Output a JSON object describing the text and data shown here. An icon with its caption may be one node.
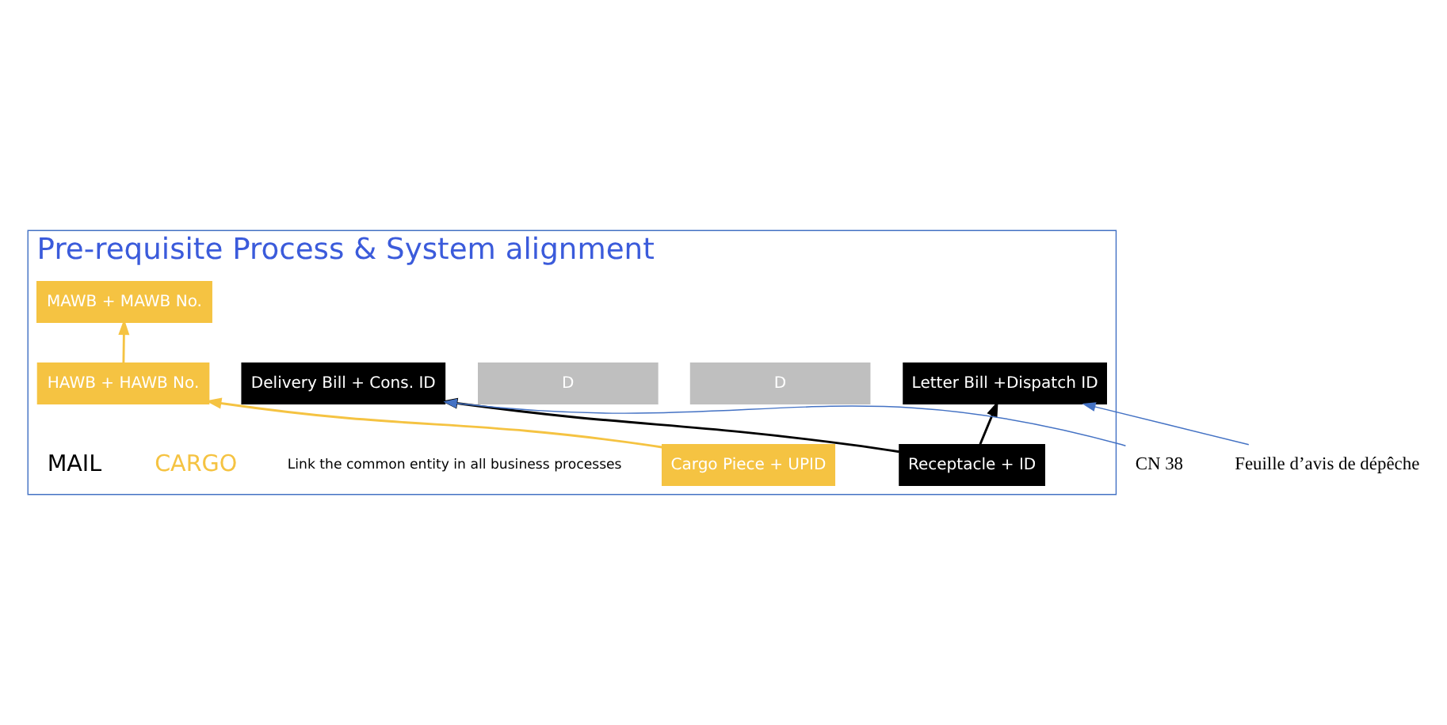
{
  "diagram": {
    "nodes": [
      {
        "text": [
          "Pre-requisite Process & System alignment"
        ]
      },
      {
        "text": [
          "MAWB + MAWB No."
        ],
        "in": 0
      },
      {
        "text": [
          "Delivery Bill + Cons. ID"
        ],
        "in": 0
      },
      {
        "text": [
          "D"
        ],
        "in": 0
      },
      {
        "text": [
          "D"
        ],
        "in": 0
      },
      {
        "text": [
          "HAWB + HAWB No."
        ],
        "in": 0
      },
      {
        "text": [
          "Letter Bill +Dispatch ID"
        ],
        "in": 0
      },
      {
        "text": [
          "Cargo Piece + UPID"
        ],
        "in": 0
      },
      {
        "text": [
          "Receptacle + ID"
        ],
        "in": 0
      },
      {
        "text": [
          "CN 38"
        ]
      },
      {
        "text": [
          "Feuille d’avis de dépêche"
        ]
      }
    ],
    "edges": [
      {
        "from": 7,
        "to": 5,
        "arrow": "to",
        "color": "#f5c342"
      },
      {
        "from": 5,
        "to": 1,
        "arrow": "to",
        "color": "#f5c342"
      },
      {
        "from": 8,
        "to": 2,
        "arrow": "to",
        "color": "#000000"
      },
      {
        "from": 8,
        "to": 6,
        "arrow": "to",
        "color": "#000000"
      },
      {
        "from": 9,
        "to": 2,
        "arrow": "to",
        "color": "#4472c4"
      },
      {
        "from": 10,
        "to": 6,
        "arrow": "to",
        "color": "#4472c4"
      }
    ],
    "labels": [
      "Link the common entity in all business processes",
      "CARGO",
      "MAIL"
    ]
  }
}
